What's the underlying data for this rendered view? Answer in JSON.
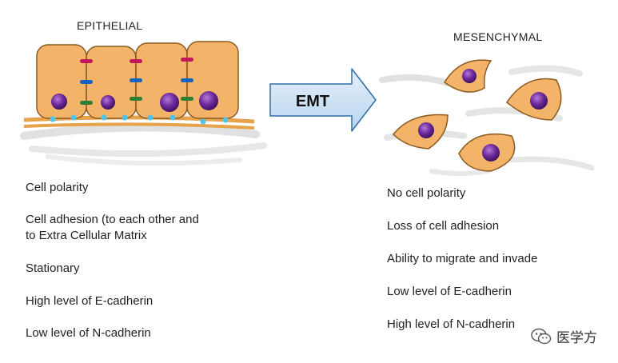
{
  "epithelial": {
    "title": "EPITHELIAL",
    "features": [
      "Cell polarity",
      "Cell adhesion (to each other and",
      "to Extra Cellular Matrix",
      "Stationary",
      "High level of E-cadherin",
      "Low level of N-cadherin"
    ]
  },
  "arrow": {
    "label": "EMT"
  },
  "mesenchymal": {
    "title": "MESENCHYMAL",
    "features": [
      "No cell polarity",
      "Loss of cell adhesion",
      "Ability to migrate and invade",
      "Low level of E-cadherin",
      "High level of N-cadherin"
    ]
  },
  "watermark": {
    "text": "医学方",
    "icon": "wechat-icon"
  },
  "colors": {
    "cell_fill": "#f3b46a",
    "cell_stroke": "#8a5a1f",
    "nucleus": "#6e2a9c",
    "junction_red": "#c2185b",
    "junction_blue": "#1565c0",
    "junction_green": "#2e7d32",
    "anchor_cyan": "#4fc3e8",
    "arrow_fill": "#cfe3f5"
  }
}
